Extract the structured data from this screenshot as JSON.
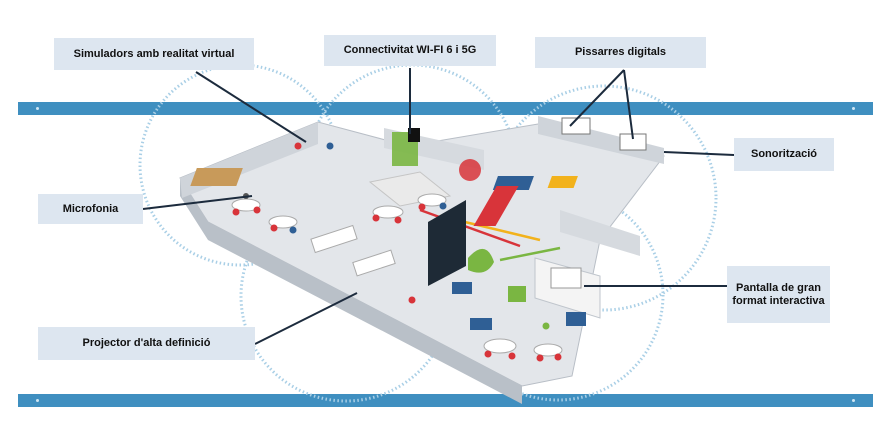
{
  "labels": {
    "vr": "Simuladors amb realitat virtual",
    "wifi": "Connectivitat WI-FI 6 i 5G",
    "boards": "Pissarres digitals",
    "sound": "Sonorització",
    "mic": "Microfonia",
    "screen": "Pantalla de gran format interactiva",
    "projector": "Projector d'alta definició"
  },
  "colors": {
    "band": "#3f8fc0",
    "label_bg": "#dde6f0",
    "leader": "#1c2b3d",
    "wifi_ring": "#a9cfe6",
    "floor": "#e3e6ea",
    "wall": "#cfd4da",
    "accent_red": "#d8343a",
    "accent_green": "#7ab642",
    "accent_blue": "#2f5f95",
    "accent_yellow": "#f2b21c"
  }
}
